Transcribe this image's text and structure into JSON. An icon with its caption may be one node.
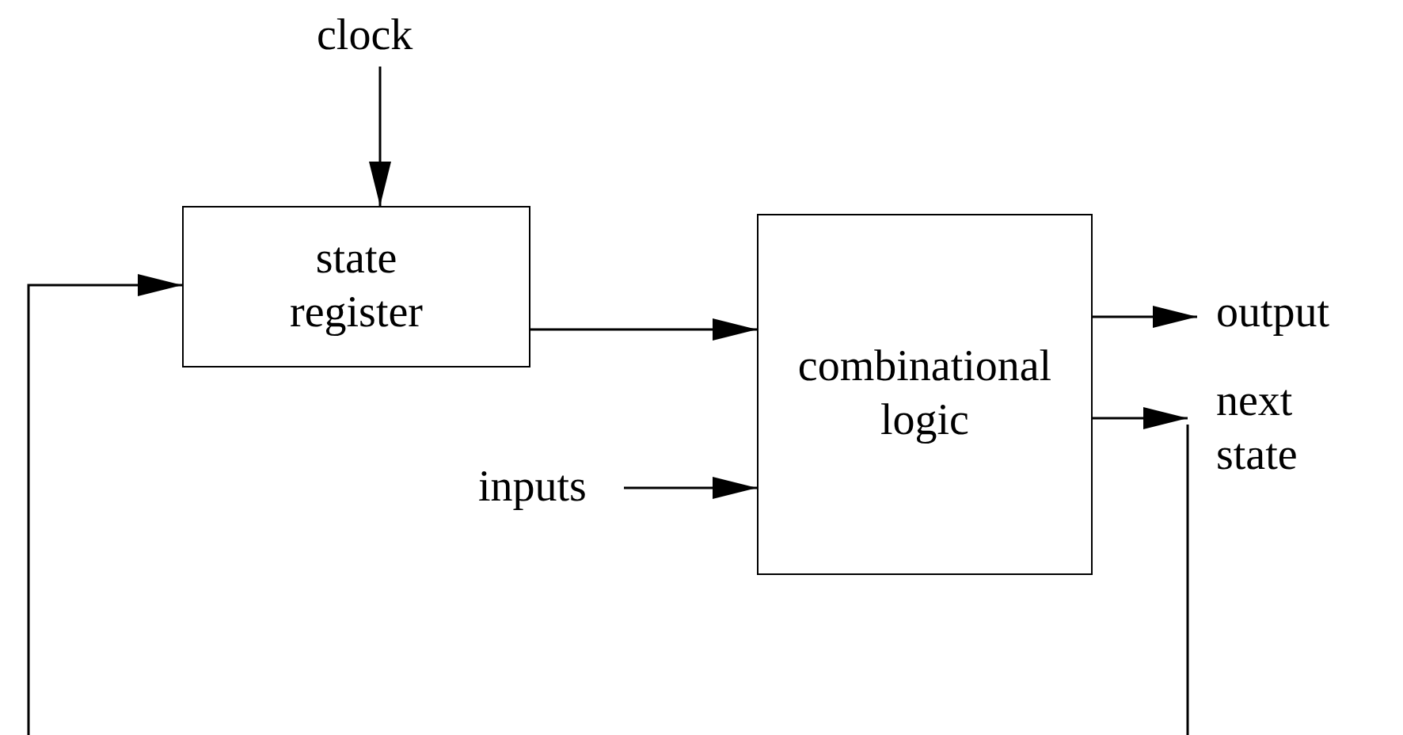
{
  "diagram": {
    "nodes": [
      {
        "text": [
          "clock"
        ]
      },
      {
        "text": [
          "state register"
        ]
      },
      {
        "text": [
          "combinational logic"
        ]
      },
      {
        "text": [
          "inputs"
        ]
      },
      {
        "text": [
          "output"
        ]
      },
      {
        "text": [
          "next state"
        ]
      }
    ],
    "edges": [
      {
        "from": 0,
        "to": 1,
        "arrow": "to"
      },
      {
        "from": 1,
        "to": 2,
        "arrow": "to"
      },
      {
        "from": 3,
        "to": 2,
        "arrow": "to"
      },
      {
        "from": 2,
        "to": 4,
        "arrow": "to"
      },
      {
        "from": 2,
        "to": 5,
        "arrow": "to"
      },
      {
        "from": 5,
        "to": 1,
        "arrow": "to"
      }
    ]
  }
}
